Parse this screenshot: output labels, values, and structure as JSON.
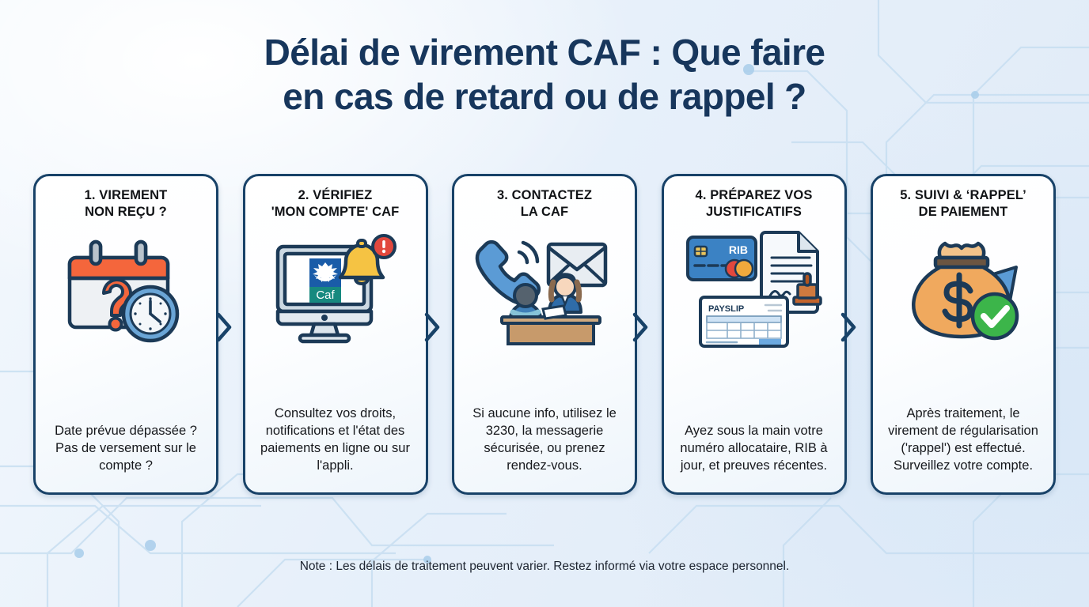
{
  "title": {
    "line1": "Délai de virement CAF : Que faire",
    "line2": "en cas de retard ou de rappel ?"
  },
  "colors": {
    "navy": "#184268",
    "title_navy": "#17365c",
    "orange": "#f4663c",
    "money_orange": "#f0a95e",
    "blue": "#5b9bd5",
    "green": "#3cb54a",
    "caf_blue": "#1a5ca8",
    "caf_teal": "#17897f",
    "bell_yellow": "#f5c343",
    "alert_red": "#e2483d"
  },
  "steps": [
    {
      "number": "1",
      "title": "1. VIREMENT\nNON REÇU ?",
      "body": "Date prévue dépassée ? Pas de versement sur le compte ?",
      "icon": "calendar-question-clock-icon"
    },
    {
      "number": "2",
      "title": "2. VÉRIFIEZ\n'MON COMPTE' CAF",
      "body": "Consultez vos droits, notifications et l'état des paiements en ligne ou sur l'appli.",
      "icon": "monitor-caf-bell-icon",
      "caf_logo_label": "Caf"
    },
    {
      "number": "3",
      "title": "3. CONTACTEZ\nLA CAF",
      "body": "Si aucune info, utilisez le 3230, la messagerie sécurisée, ou prenez rendez-vous.",
      "icon": "phone-envelope-desk-icon"
    },
    {
      "number": "4",
      "title": "4. PRÉPAREZ VOS\nJUSTIFICATIFS",
      "body": "Ayez sous la main votre numéro allocataire, RIB à jour, et preuves récentes.",
      "icon": "rib-card-document-payslip-icon",
      "card_label": "RIB",
      "payslip_label": "PAYSLIP"
    },
    {
      "number": "5",
      "title": "5. SUIVI & ‘RAPPEL’\nDE PAIEMENT",
      "body": "Après traitement, le virement de régularisation ('rappel') est effectué. Surveillez votre compte.",
      "icon": "money-bag-arrow-check-icon"
    }
  ],
  "connectors": [
    {
      "name": "arrow-1-to-2"
    },
    {
      "name": "arrow-2-to-3"
    },
    {
      "name": "arrow-3-to-4"
    },
    {
      "name": "arrow-4-to-5"
    }
  ],
  "footnote": "Note : Les délais de traitement peuvent varier. Restez informé via votre espace personnel."
}
